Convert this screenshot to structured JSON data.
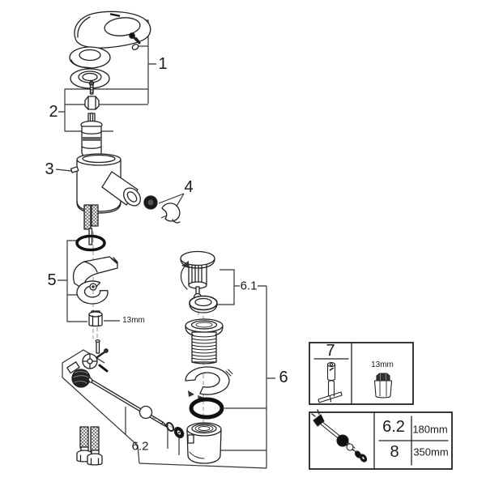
{
  "diagram": {
    "background": "#ffffff",
    "line_color": "#222222",
    "dark_fill": "#111111",
    "callouts": {
      "part1": "1",
      "part2": "2",
      "part3": "3",
      "part4": "4",
      "part5": "5",
      "part6": "6",
      "part6_1": "6.1",
      "part6_2": "6.2",
      "nut_size": "13mm"
    },
    "tool_box": {
      "part_number": "7",
      "socket_size": "13mm"
    },
    "length_table": {
      "rows": [
        {
          "part": "6.2",
          "length": "180mm"
        },
        {
          "part": "8",
          "length": "350mm"
        }
      ]
    }
  }
}
